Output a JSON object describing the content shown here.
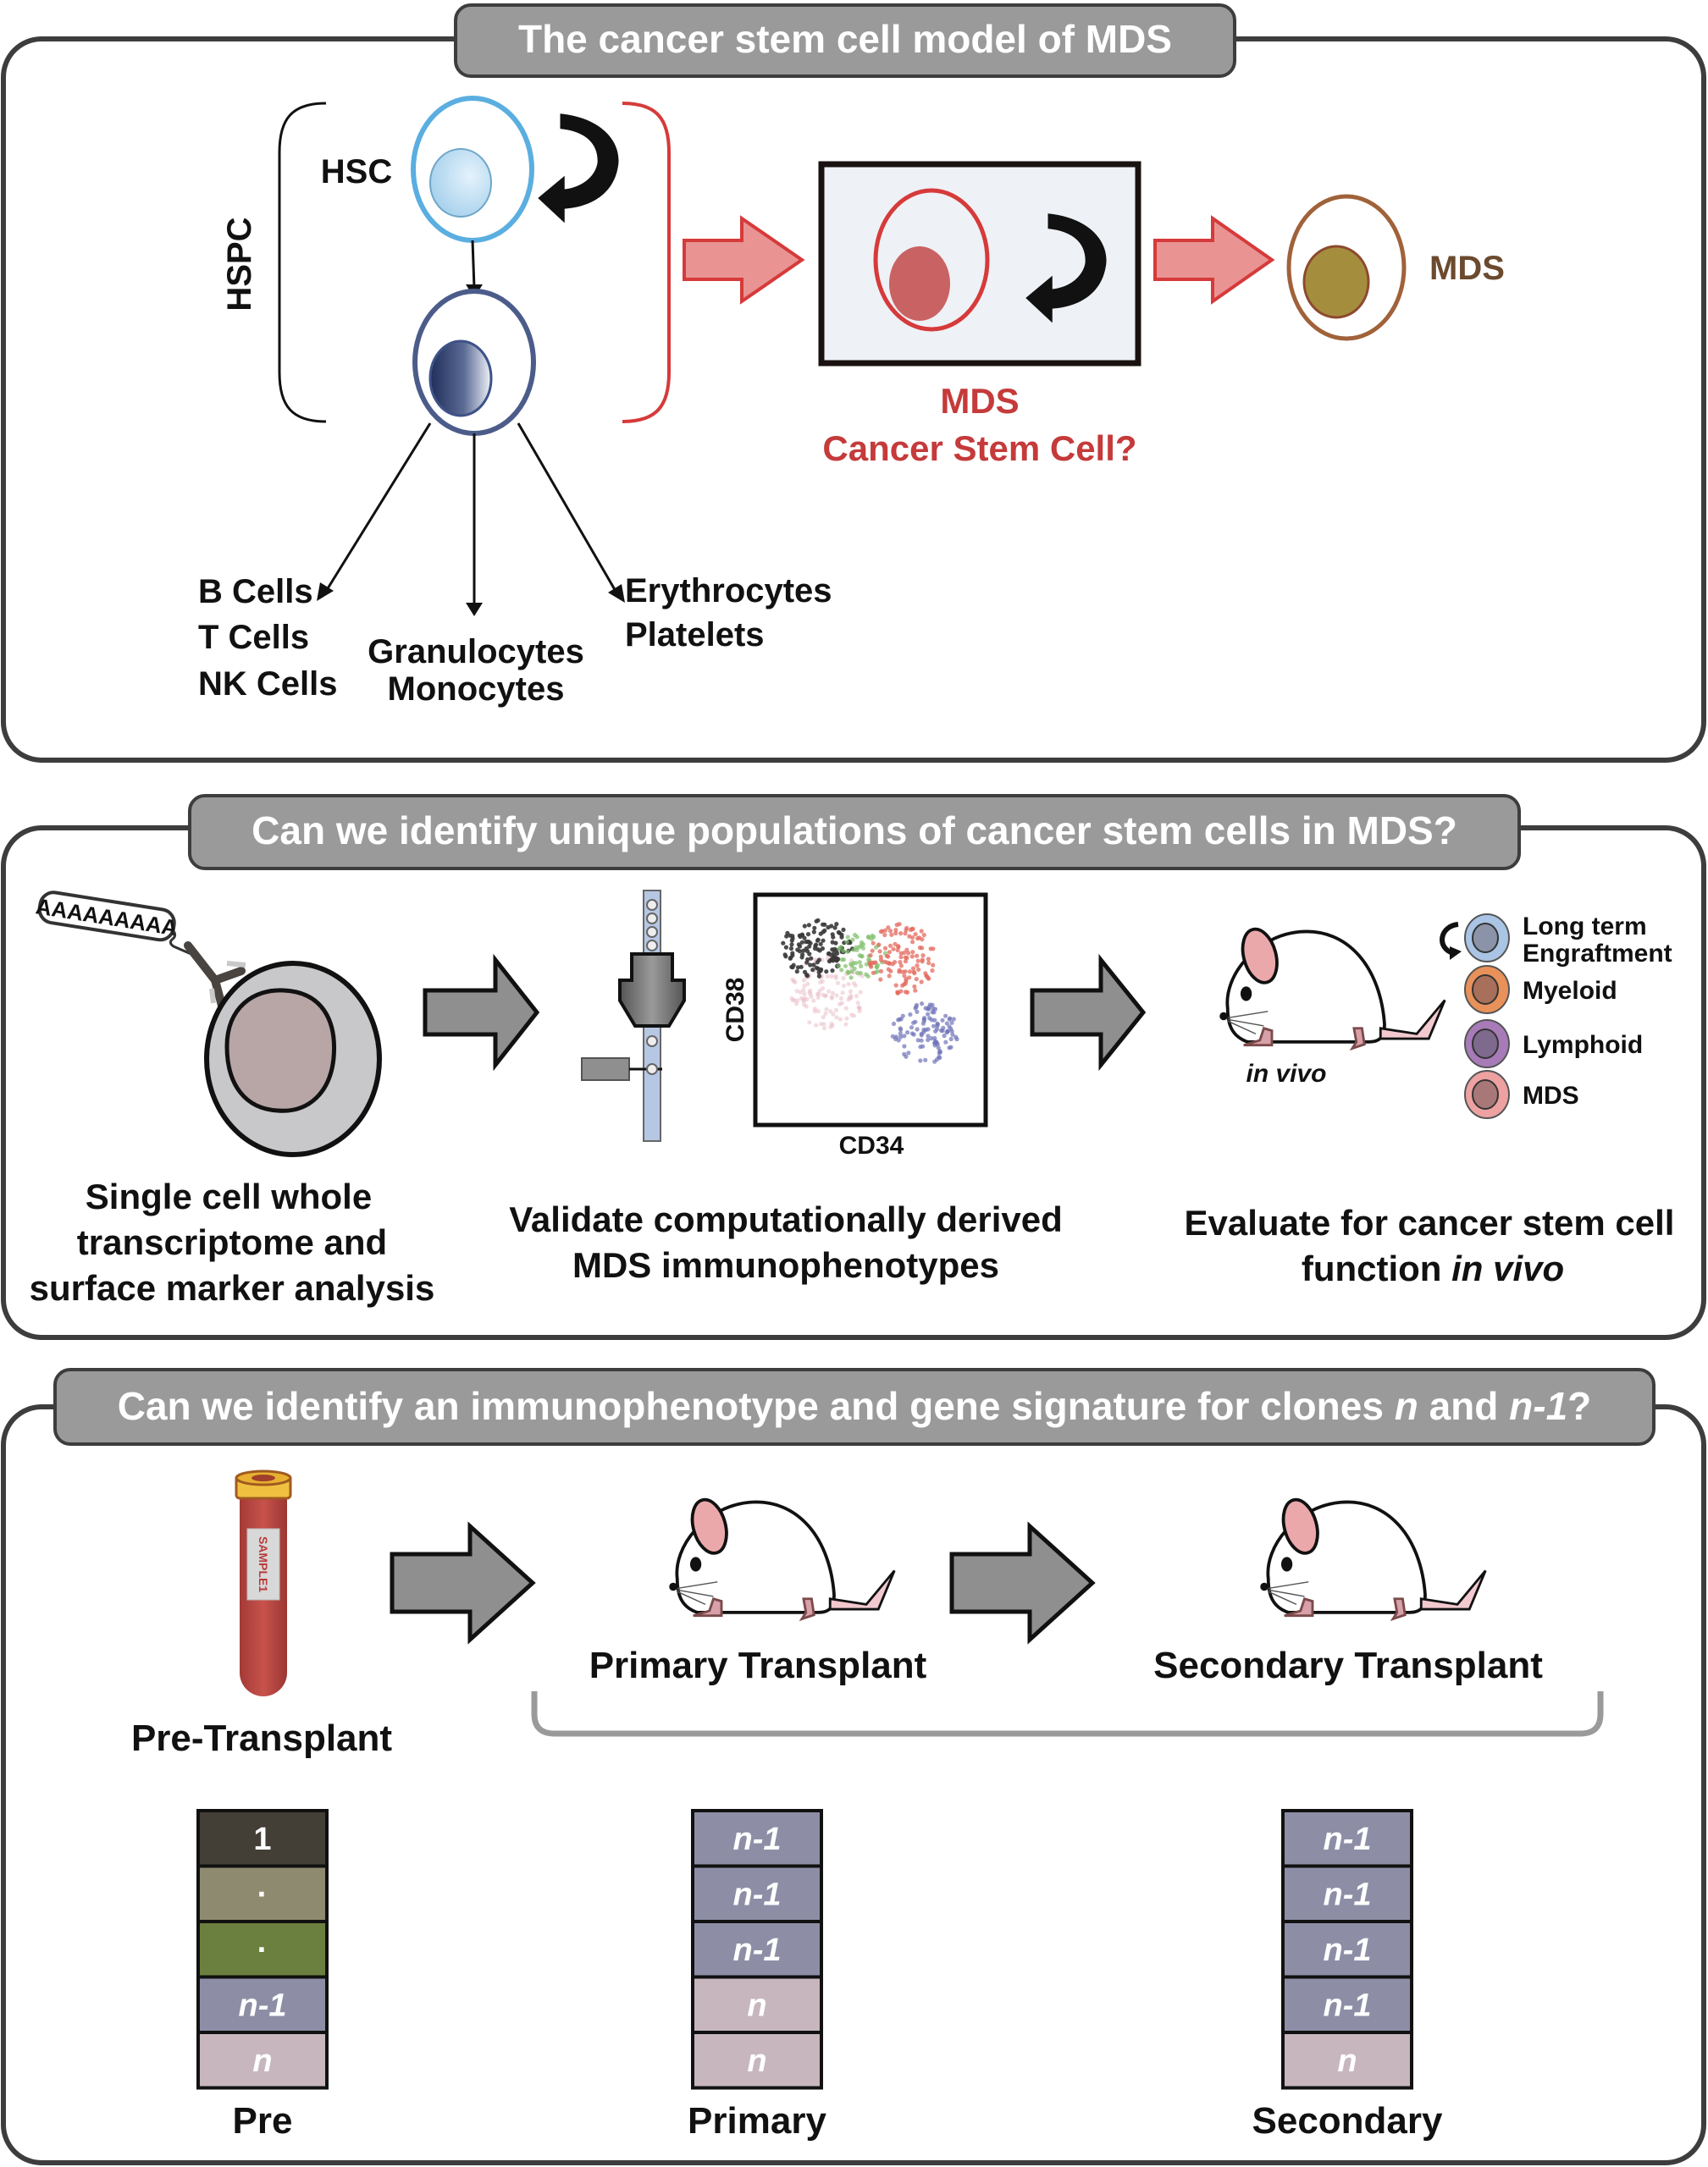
{
  "figure": {
    "sections": [
      {
        "title": "The cancer stem cell model of MDS",
        "hspc_label": "HSPC",
        "hsc_label": "HSC",
        "csc_label_line1": "MDS",
        "csc_label_line2": "Cancer Stem Cell?",
        "mds_label": "MDS",
        "lineages": {
          "lymphoid": [
            "B Cells",
            "T Cells",
            "NK Cells"
          ],
          "myeloid": [
            "Granulocytes",
            "Monocytes"
          ],
          "erythroid": [
            "Erythrocytes",
            "Platelets"
          ]
        }
      },
      {
        "title": "Can we identify unique populations of cancer stem cells in MDS?",
        "polya_tag": "AAAAAAAAA",
        "plot_ylabel": "CD38",
        "plot_xlabel": "CD34",
        "in_vivo_label": "in vivo",
        "legend": [
          {
            "label_line1": "Long term",
            "label_line2": "Engraftment",
            "color": "#a9c4e4",
            "nucleus": "#8a93a8"
          },
          {
            "label_line1": "Myeloid",
            "label_line2": "",
            "color": "#e8915a",
            "nucleus": "#a8705a"
          },
          {
            "label_line1": "Lymphoid",
            "label_line2": "",
            "color": "#a77bb8",
            "nucleus": "#7e6a8c"
          },
          {
            "label_line1": "MDS",
            "label_line2": "",
            "color": "#eda1a1",
            "nucleus": "#a87878"
          }
        ],
        "step1_caption": [
          "Single cell whole",
          "transcriptome and",
          "surface marker analysis"
        ],
        "step2_caption": [
          "Validate computationally derived",
          "MDS immunophenotypes"
        ],
        "step3_caption_line1": "Evaluate for cancer stem cell",
        "step3_caption_line2_prefix": "function ",
        "step3_caption_line2_italic": "in vivo",
        "cluster_colors": {
          "black": "#3a3a3a",
          "green": "#7fbf6a",
          "red": "#e46a5e",
          "pink": "#e9bfc8",
          "blue": "#6f74b8"
        }
      },
      {
        "title_prefix": "Can we identify an immunophenotype and gene signature for clones ",
        "title_n": "n",
        "title_and": " and ",
        "title_n1": "n-1",
        "title_suffix": "?",
        "tube_label": "SAMPLE1",
        "pre_label": "Pre-Transplant",
        "primary_label": "Primary Transplant",
        "secondary_label": "Secondary Transplant",
        "stacks": [
          {
            "label": "Pre",
            "cells": [
              {
                "text": "1",
                "color": "#433e36",
                "italic": false
              },
              {
                "text": "·",
                "color": "#8e8a70",
                "italic": false
              },
              {
                "text": "·",
                "color": "#6b803e",
                "italic": false
              },
              {
                "text": "n-1",
                "color": "#8d8ea6",
                "italic": true
              },
              {
                "text": "n",
                "color": "#c7b6be",
                "italic": true
              }
            ]
          },
          {
            "label": "Primary",
            "cells": [
              {
                "text": "n-1",
                "color": "#8d8ea6",
                "italic": true
              },
              {
                "text": "n-1",
                "color": "#8d8ea6",
                "italic": true
              },
              {
                "text": "n-1",
                "color": "#8d8ea6",
                "italic": true
              },
              {
                "text": "n",
                "color": "#c7b6be",
                "italic": true
              },
              {
                "text": "n",
                "color": "#c7b6be",
                "italic": true
              }
            ]
          },
          {
            "label": "Secondary",
            "cells": [
              {
                "text": "n-1",
                "color": "#8d8ea6",
                "italic": true
              },
              {
                "text": "n-1",
                "color": "#8d8ea6",
                "italic": true
              },
              {
                "text": "n-1",
                "color": "#8d8ea6",
                "italic": true
              },
              {
                "text": "n-1",
                "color": "#8d8ea6",
                "italic": true
              },
              {
                "text": "n",
                "color": "#c7b6be",
                "italic": true
              }
            ]
          }
        ]
      }
    ]
  }
}
